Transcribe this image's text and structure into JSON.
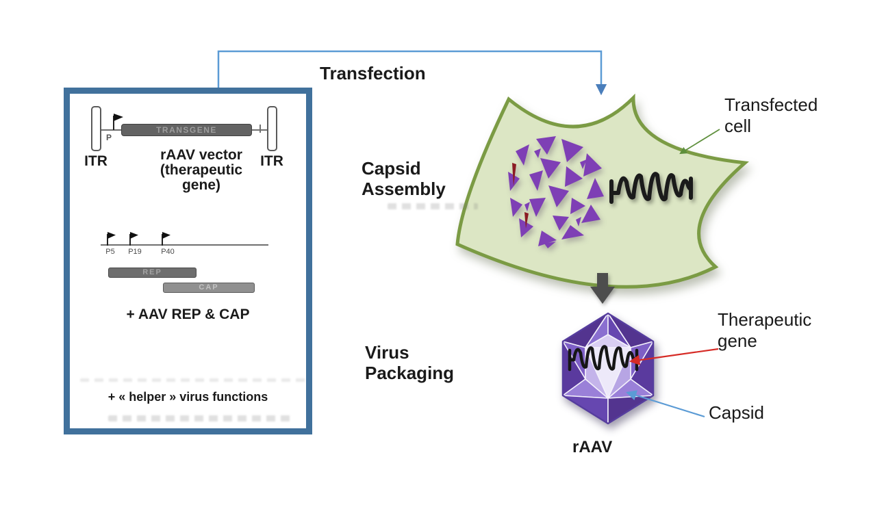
{
  "plasmid_panel": {
    "itr_left": "ITR",
    "itr_right": "ITR",
    "promoter": "P",
    "transgene": "TRANSGENE",
    "vector_caption": "rAAV vector (therapeutic gene)",
    "promoters": [
      "P5",
      "P19",
      "P40"
    ],
    "rep": "REP",
    "cap": "CAP",
    "rep_cap_note": "+ AAV REP & CAP",
    "helper_note": "+ « helper » virus functions"
  },
  "steps": {
    "transfection": "Transfection",
    "capsid_assembly": "Capsid Assembly",
    "virus_packaging": "Virus Packaging"
  },
  "labels": {
    "transfected_cell": "Transfected cell",
    "therapeutic_gene": "Therapeutic gene",
    "capsid": "Capsid",
    "raav": "rAAV"
  },
  "palette": {
    "panel_border": "#41719C",
    "connector_blue": "#5B9BD5",
    "cell_fill": "#DCE6C4",
    "cell_stroke": "#7B9B44",
    "fragment_purple": "#7E3FB5",
    "fragment_red": "#8B1C24",
    "capsid_dark_purple": "#53348F",
    "capsid_light_purple": "#EDE9F9",
    "gene_arrow_red": "#D62B26",
    "capsid_arrow_blue": "#5B9BD5",
    "cell_leader_green": "#5E8F3C",
    "step_arrow_gray": "#4D4D4D",
    "text": "#1A1A1A"
  }
}
